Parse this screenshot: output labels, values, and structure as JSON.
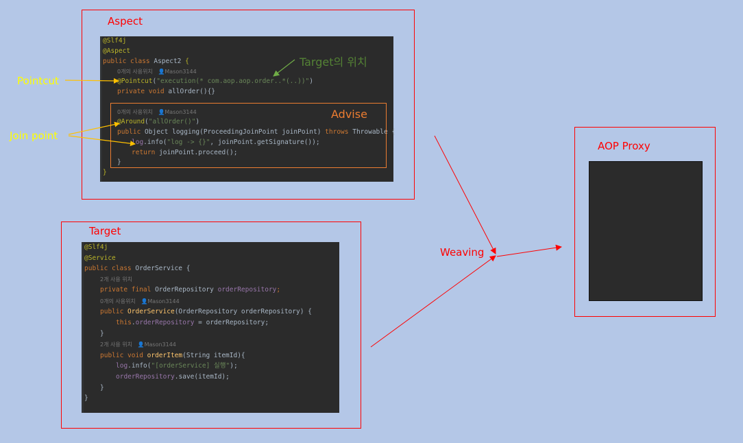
{
  "labels": {
    "aspect": "Aspect",
    "target": "Target",
    "aop_proxy": "AOP Proxy",
    "weaving": "Weaving",
    "pointcut": "Pointcut",
    "join_point": "Join point",
    "advise": "Advise",
    "target_location": "Target의 위치"
  },
  "aspect_code": {
    "l1": "@Slf4j",
    "l2": "@Aspect",
    "l3_kw": "public class ",
    "l3_name": "Aspect2 ",
    "l3_brace": "{",
    "l4_hint": "0개의 사용위치",
    "l4_author": "Mason3144",
    "l5_ann": "@Pointcut",
    "l5_open": "(",
    "l5_str": "\"execution(* com.aop.aop.order..*(..))\"",
    "l5_close": ")",
    "l6_kw": "private void ",
    "l6_name": "allOrder",
    "l6_rest": "(){}",
    "l7_hint": "0개의 사용위치",
    "l7_author": "Mason3144",
    "l8_ann": "@Around",
    "l8_open": "(",
    "l8_str": "\"allOrder()\"",
    "l8_close": ")",
    "l9_kw": "public ",
    "l9_type": "Object ",
    "l9_name": "logging",
    "l9_params": "(ProceedingJoinPoint joinPoint) ",
    "l9_throws": "throws ",
    "l9_exc": "Throwable {",
    "l10_field": "log",
    "l10_call": ".info(",
    "l10_str": "\"log -> {}\"",
    "l10_rest": ", joinPoint.getSignature());",
    "l11_kw": "return ",
    "l11_rest": "joinPoint.proceed();",
    "l12": "}",
    "l13": "}"
  },
  "target_code": {
    "l1": "@Slf4j",
    "l2": "@Service",
    "l3_kw": "public class ",
    "l3_name": "OrderService {",
    "l4_hint": "2개 사용 위치",
    "l5_kw": "private final ",
    "l5_type": "OrderRepository ",
    "l5_field": "orderRepository",
    "l5_end": ";",
    "l6_hint": "0개의 사용위치",
    "l6_author": "Mason3144",
    "l7_kw": "public ",
    "l7_name": "OrderService",
    "l7_rest": "(OrderRepository orderRepository) {",
    "l8_kw": "this",
    "l8_dot": ".",
    "l8_field": "orderRepository",
    "l8_rest": " = orderRepository;",
    "l9": "}",
    "l10_hint": "2개 사용 위치",
    "l10_author": "Mason3144",
    "l11_kw": "public void ",
    "l11_name": "orderItem",
    "l11_rest": "(String itemId){",
    "l12_field": "log",
    "l12_call": ".info(",
    "l12_str": "\"[orderService] 실행\"",
    "l12_rest": ");",
    "l13_field": "orderRepository",
    "l13_rest": ".save(itemId);",
    "l14": "}",
    "l15": "}"
  },
  "colors": {
    "background": "#b4c7e7",
    "frame": "#ff0000",
    "editor": "#2b2b2b",
    "arrow_yellow": "#ffc000",
    "advise": "#ed7d31",
    "note_arrow": "#70ad47"
  }
}
